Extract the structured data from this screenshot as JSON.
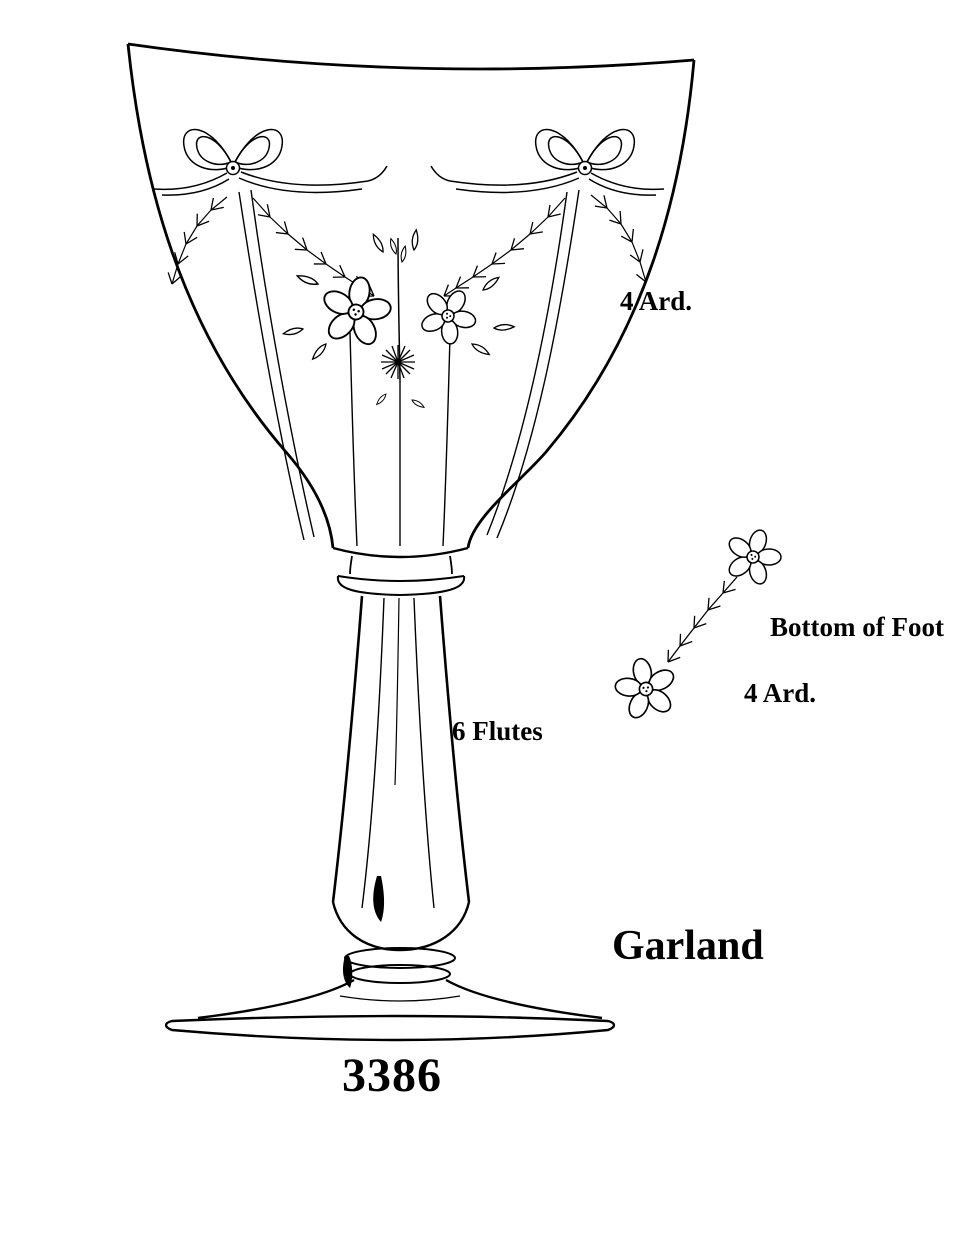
{
  "illustration": {
    "pattern_name": "Garland",
    "stem_number": "3386",
    "annotations": {
      "bowl_etch_count": "4 Ard.",
      "foot_etch_count": "4 Ard.",
      "foot_location": "Bottom of Foot",
      "stem_flutes": "6 Flutes"
    }
  },
  "colors": {
    "ink": "#000000",
    "paper": "#ffffff"
  }
}
